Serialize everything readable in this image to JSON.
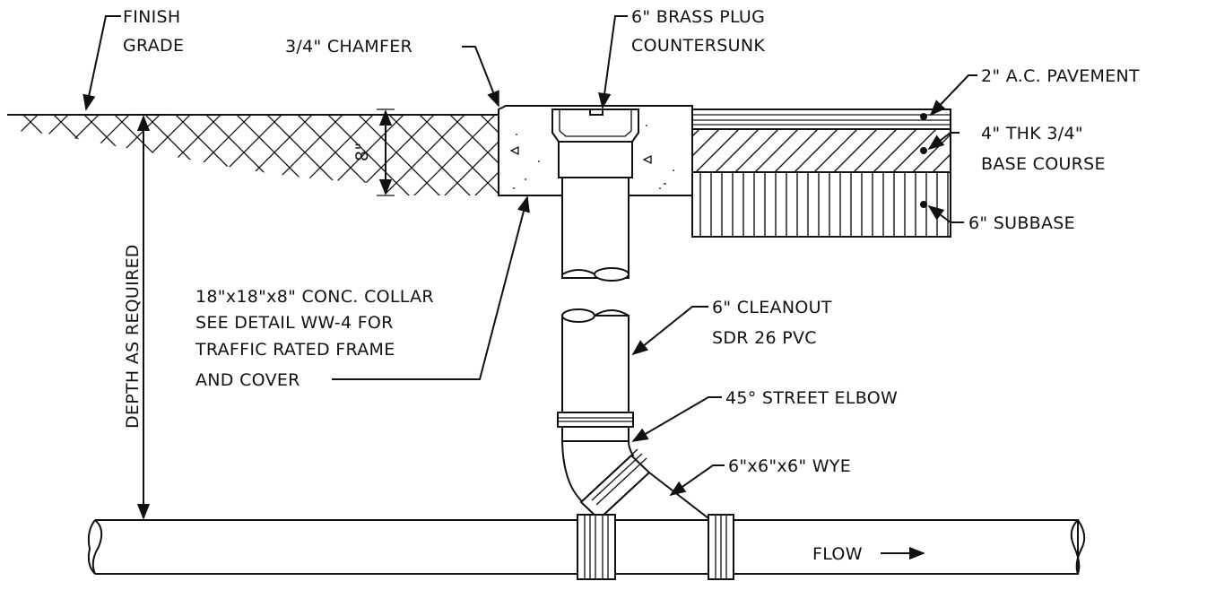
{
  "labels": {
    "finish_grade_1": "FINISH",
    "finish_grade_2": "GRADE",
    "chamfer": "3/4\" CHAMFER",
    "brass_plug_1": "6\" BRASS PLUG",
    "brass_plug_2": "COUNTERSUNK",
    "pavement": "2\" A.C. PAVEMENT",
    "base_course_1": "4\" THK 3/4\"",
    "base_course_2": "BASE COURSE",
    "subbase": "6\" SUBBASE",
    "collar_dim": "8\"",
    "collar_1": "18\"x18\"x8\" CONC. COLLAR",
    "collar_2": "SEE DETAIL WW-4 FOR",
    "collar_3": "TRAFFIC RATED FRAME",
    "collar_4": "AND COVER",
    "depth": "DEPTH AS REQUIRED",
    "cleanout_1": "6\" CLEANOUT",
    "cleanout_2": "SDR 26 PVC",
    "elbow": "45° STREET ELBOW",
    "wye": "6\"x6\"x6\" WYE",
    "flow": "FLOW"
  },
  "colors": {
    "line": "#111111",
    "background": "#ffffff"
  }
}
